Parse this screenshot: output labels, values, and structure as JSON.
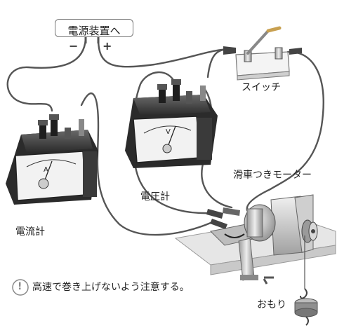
{
  "labels": {
    "power_supply": "電源装置へ",
    "minus": "−",
    "plus": "+",
    "switch": "スイッチ",
    "motor": "滑車つきモーター",
    "voltmeter": "電圧計",
    "ammeter": "電流計",
    "weight": "おもり",
    "voltmeter_dial": "V",
    "ammeter_dial": "A",
    "caution": "高速で巻き上げないよう注意する。",
    "caution_icon_mark": "!"
  }
}
